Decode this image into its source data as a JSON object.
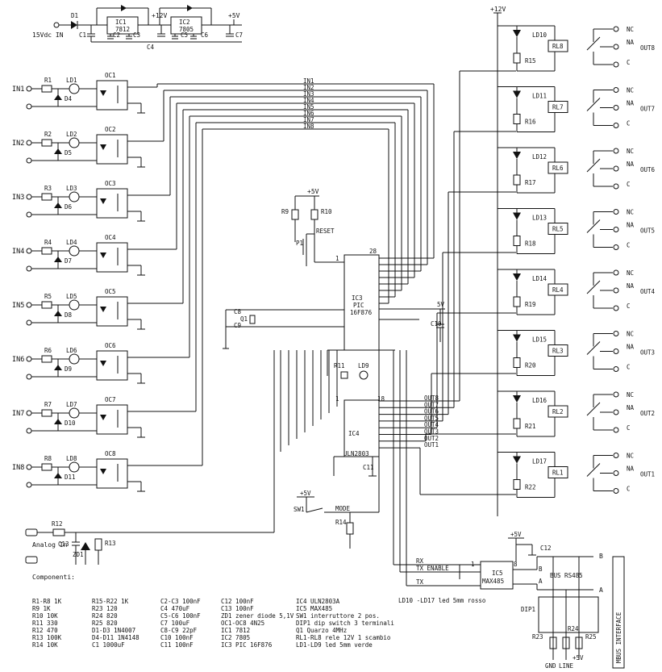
{
  "supply": {
    "input": "15Vdc IN",
    "d1": "D1",
    "c1": "C1",
    "c2": "C2",
    "c3": "C3",
    "c4": "C4",
    "c5": "C5",
    "c6": "C6",
    "c7": "C7",
    "ic1": "IC1",
    "ic1_part": "7812",
    "ic2": "IC2",
    "ic2_part": "7805",
    "v12": "+12V",
    "v5": "+5V"
  },
  "inputs": [
    {
      "label": "IN1",
      "r": "R1",
      "led": "LD1",
      "d": "D4",
      "oc": "OC1"
    },
    {
      "label": "IN2",
      "r": "R2",
      "led": "LD2",
      "d": "D5",
      "oc": "OC2"
    },
    {
      "label": "IN3",
      "r": "R3",
      "led": "LD3",
      "d": "D6",
      "oc": "OC3"
    },
    {
      "label": "IN4",
      "r": "R4",
      "led": "LD4",
      "d": "D7",
      "oc": "OC4"
    },
    {
      "label": "IN5",
      "r": "R5",
      "led": "LD5",
      "d": "D8",
      "oc": "OC5"
    },
    {
      "label": "IN6",
      "r": "R6",
      "led": "LD6",
      "d": "D9",
      "oc": "OC6"
    },
    {
      "label": "IN7",
      "r": "R7",
      "led": "LD7",
      "d": "D10",
      "oc": "OC7"
    },
    {
      "label": "IN8",
      "r": "R8",
      "led": "LD8",
      "d": "D11",
      "oc": "OC8"
    }
  ],
  "bus_in": [
    "IN1",
    "IN2",
    "IN3",
    "IN4",
    "IN5",
    "IN6",
    "IN7",
    "IN8"
  ],
  "bus_out": [
    "OUT8",
    "OUT7",
    "OUT6",
    "OUT5",
    "OUT4",
    "OUT3",
    "OUT2",
    "OUT1"
  ],
  "outputs": [
    {
      "led": "LD10",
      "r": "R15",
      "rl": "RL8",
      "out": "OUT8"
    },
    {
      "led": "LD11",
      "r": "R16",
      "rl": "RL7",
      "out": "OUT7"
    },
    {
      "led": "LD12",
      "r": "R17",
      "rl": "RL6",
      "out": "OUT6"
    },
    {
      "led": "LD13",
      "r": "R18",
      "rl": "RL5",
      "out": "OUT5"
    },
    {
      "led": "LD14",
      "r": "R19",
      "rl": "RL4",
      "out": "OUT4"
    },
    {
      "led": "LD15",
      "r": "R20",
      "rl": "RL3",
      "out": "OUT3"
    },
    {
      "led": "LD16",
      "r": "R21",
      "rl": "RL2",
      "out": "OUT2"
    },
    {
      "led": "LD17",
      "r": "R22",
      "rl": "RL1",
      "out": "OUT1"
    }
  ],
  "contacts": {
    "nc": "NC",
    "na": "NA",
    "c": "C"
  },
  "mcu": {
    "ref": "IC3",
    "name": "PIC",
    "part": "16F876",
    "pin1": "1",
    "pin28": "28",
    "r9": "R9",
    "r10": "R10",
    "p1": "P1",
    "reset": "RESET",
    "v5": "+5V",
    "c8": "C8",
    "c9": "C9",
    "q1": "Q1",
    "c10": "C10",
    "v5b": "5V"
  },
  "driver": {
    "ref": "IC4",
    "part": "ULN2803",
    "pin1": "1",
    "pin18": "18",
    "r11": "R11",
    "ld9": "LD9",
    "c11": "C11"
  },
  "mode": {
    "sw1": "SW1",
    "v5": "+5V",
    "mode": "MODE",
    "r14": "R14"
  },
  "analog": {
    "in": "Analog In",
    "r12": "R12",
    "c13": "C13",
    "zd1": "ZD1",
    "r13": "R13"
  },
  "rs485": {
    "ic5": "IC5",
    "part": "MAX485",
    "rx": "RX",
    "tx_enable": "TX_ENABLE",
    "tx": "TX",
    "pin1": "1",
    "pin8": "8",
    "a": "A",
    "b": "B",
    "bus": "BUS RS485",
    "c12": "C12",
    "v5": "+5V",
    "dip": "DIP1",
    "r23": "R23",
    "r24": "R24",
    "r25": "R25",
    "v5b": "+5V",
    "gnd": "GND",
    "line": "LINE",
    "mbus": "MBUS INTERFACE"
  },
  "v12_top": "+12V",
  "led_note": "LD10 -LD17 led 5mm rosso",
  "bom": {
    "title": "Componenti:",
    "col1": [
      "R1-R8 1K",
      "R9 1K",
      "R10 10K",
      "R11 330",
      "R12 470",
      "R13 100K",
      "R14 10K"
    ],
    "col2": [
      "R15-R22 1K",
      "R23 120",
      "R24 820",
      "R25 820",
      "D1-D3 1N4007",
      "D4-D11 1N4148",
      "C1 1000uF"
    ],
    "col3": [
      "C2-C3 100nF",
      "C4 470uF",
      "C5-C6 100nF",
      "C7 100uF",
      "C8-C9 22pF",
      "C10 100nF",
      "C11 100nF"
    ],
    "col4": [
      "C12 100nF",
      "C13 100nF",
      "ZD1 zener diode 5,1V",
      "OC1-OC8 4N25",
      "IC1 7812",
      "IC2 7805",
      "IC3 PIC 16F876"
    ],
    "col5": [
      "IC4 ULN2803A",
      "IC5 MAX485",
      "SW1 interruttore 2 pos.",
      "DIP1 dip switch 3 terminali",
      "Q1 Quarzo 4MHz",
      "RL1-RL8 rele 12V 1 scambio",
      "LD1-LD9 led 5mm verde"
    ]
  }
}
